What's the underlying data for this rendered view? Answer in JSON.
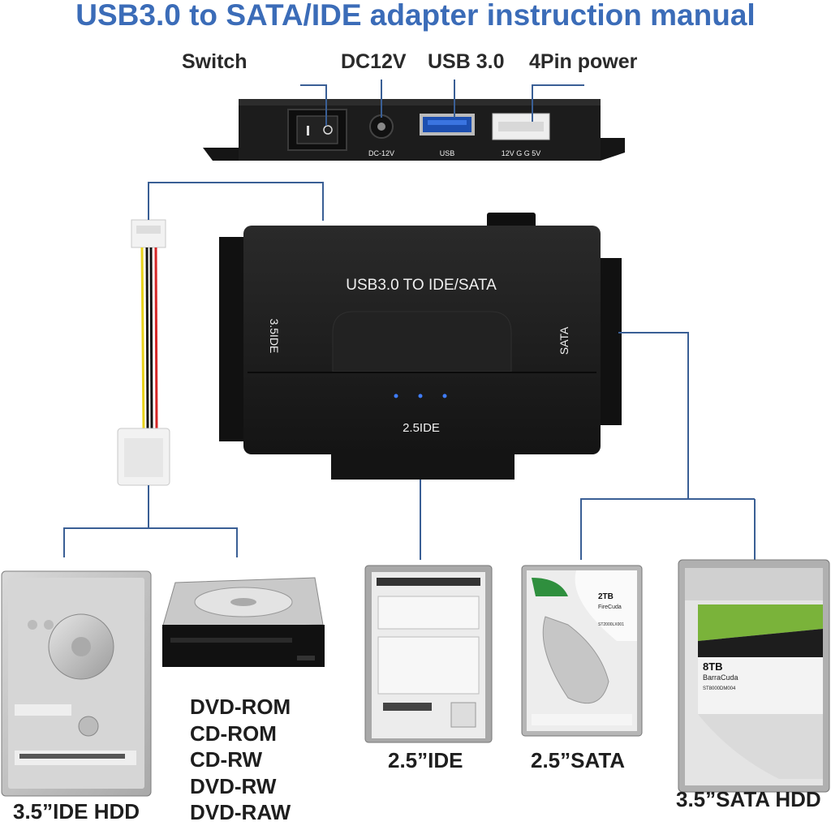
{
  "title": "USB3.0 to SATA/IDE adapter instruction manual",
  "ports": {
    "switch": "Switch",
    "dc12v": "DC12V",
    "usb": "USB 3.0",
    "power": "4Pin power"
  },
  "panel_labels": {
    "dc": "DC-12V",
    "usb": "USB",
    "power": "12V G G 5V"
  },
  "adapter": {
    "name": "USB3.0 TO IDE/SATA",
    "left_port": "3.5IDE",
    "right_port": "SATA",
    "bottom_port": "2.5IDE"
  },
  "devices": {
    "ide35": {
      "caption": "3.5”IDE HDD"
    },
    "dvd": {
      "list": [
        "DVD-ROM",
        "CD-ROM",
        "CD-RW",
        "DVD-RW",
        "DVD-RAW"
      ]
    },
    "ide25": {
      "caption": "2.5”IDE"
    },
    "sata25": {
      "caption": "2.5”SATA",
      "capacity": "2TB",
      "model": "FireCuda",
      "part": "ST2000LX001"
    },
    "sata35": {
      "caption": "3.5”SATA HDD",
      "capacity": "8TB",
      "model": "BarraCuda",
      "part": "ST8000DM004"
    }
  },
  "colors": {
    "title": "#3b6cb8",
    "connector_line": "#3a5f95",
    "adapter_body": "#1b1b1b",
    "led": "#3f7dff"
  }
}
